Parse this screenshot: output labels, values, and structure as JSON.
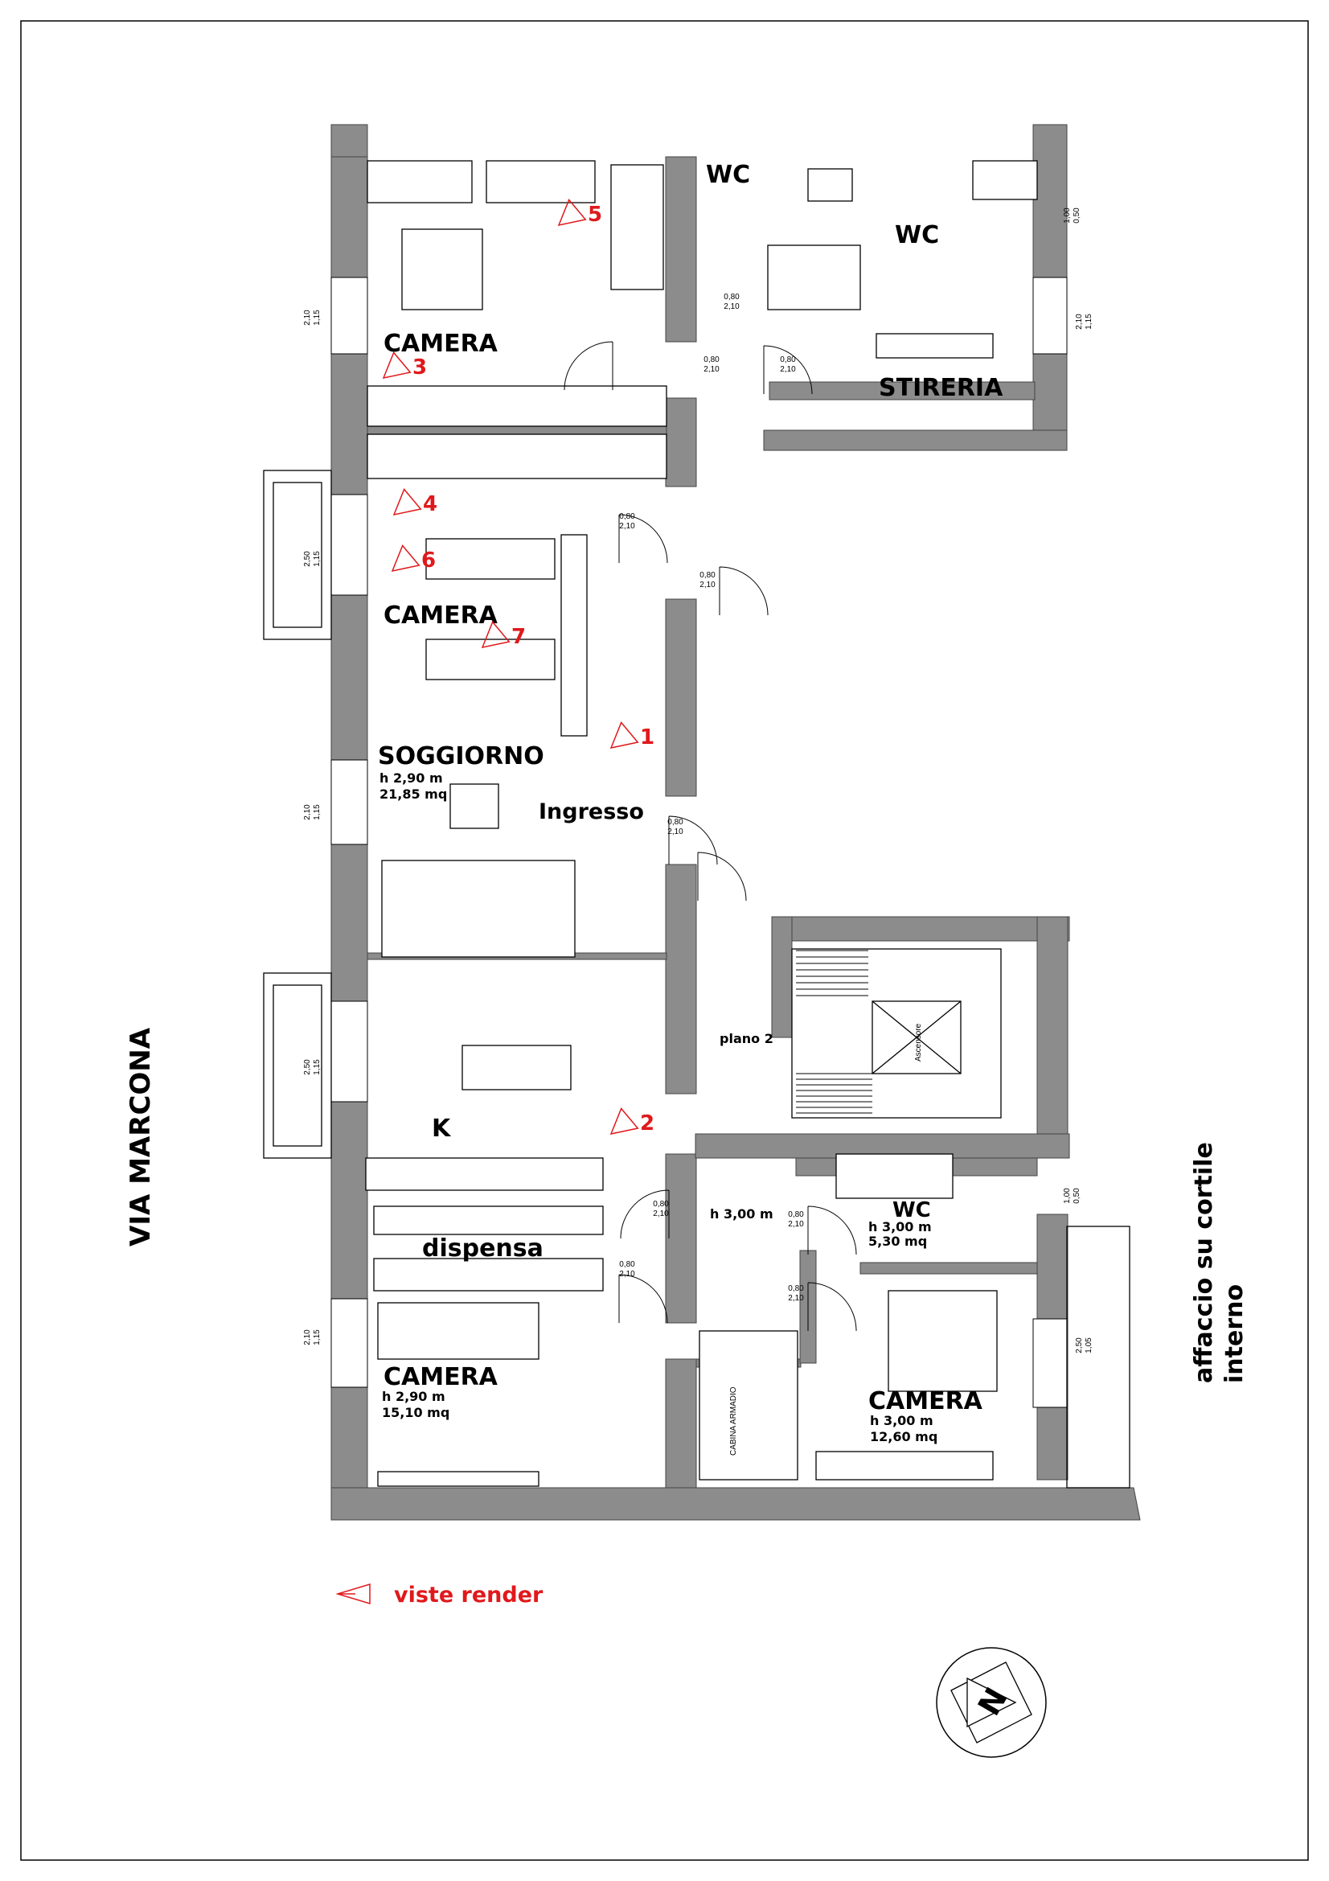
{
  "street": "VIA   MARCONA",
  "courtyard": [
    "affaccio su cortile",
    "interno"
  ],
  "legend": {
    "label": "viste render",
    "color": "#e0191c"
  },
  "rooms": {
    "camera_top": "CAMERA",
    "wc_a": "WC",
    "wc_b": "WC",
    "stireria": "STIRERIA",
    "camera_mid": "CAMERA",
    "soggiorno": "SOGGIORNO",
    "soggiorno_h": "h 2,90 m",
    "soggiorno_area": "21,85 mq",
    "ingresso": "Ingresso",
    "k": "K",
    "piano": "plano 2",
    "dispensa": "dispensa",
    "corridor_h": "h 3,00 m",
    "wc_c": "WC",
    "wc_c_h": "h 3,00 m",
    "wc_c_area": "5,30 mq",
    "camera_bl": "CAMERA",
    "camera_bl_h": "h 2,90 m",
    "camera_bl_area": "15,10 mq",
    "camera_br": "CAMERA",
    "camera_br_h": "h 3,00 m",
    "camera_br_area": "12,60 mq",
    "cabina": "CABINA ARMADIO",
    "ascensore": "Ascensore"
  },
  "views": [
    "1",
    "2",
    "3",
    "4",
    "5",
    "6",
    "7"
  ],
  "window_dims": [
    [
      "2,10",
      "1,15"
    ],
    [
      "2,50",
      "1,15"
    ],
    [
      "2,10",
      "1,15"
    ],
    [
      "2,50",
      "1,15"
    ],
    [
      "2,10",
      "1,15"
    ],
    [
      "1,00",
      "0,50"
    ],
    [
      "2,10",
      "1,15"
    ],
    [
      "1,00",
      "0,50"
    ],
    [
      "2,50",
      "1,05"
    ]
  ],
  "door_dims": [
    [
      "0,80",
      "2,10"
    ],
    [
      "0,80",
      "2,10"
    ],
    [
      "0,80",
      "2,10"
    ],
    [
      "0,80",
      "2,10"
    ],
    [
      "0,80",
      "2,10"
    ],
    [
      "0,80",
      "2,10"
    ],
    [
      "0,80",
      "2,10"
    ],
    [
      "0,80",
      "2,10"
    ],
    [
      "0,80",
      "2,10"
    ],
    [
      "0,80",
      "2,10"
    ]
  ]
}
